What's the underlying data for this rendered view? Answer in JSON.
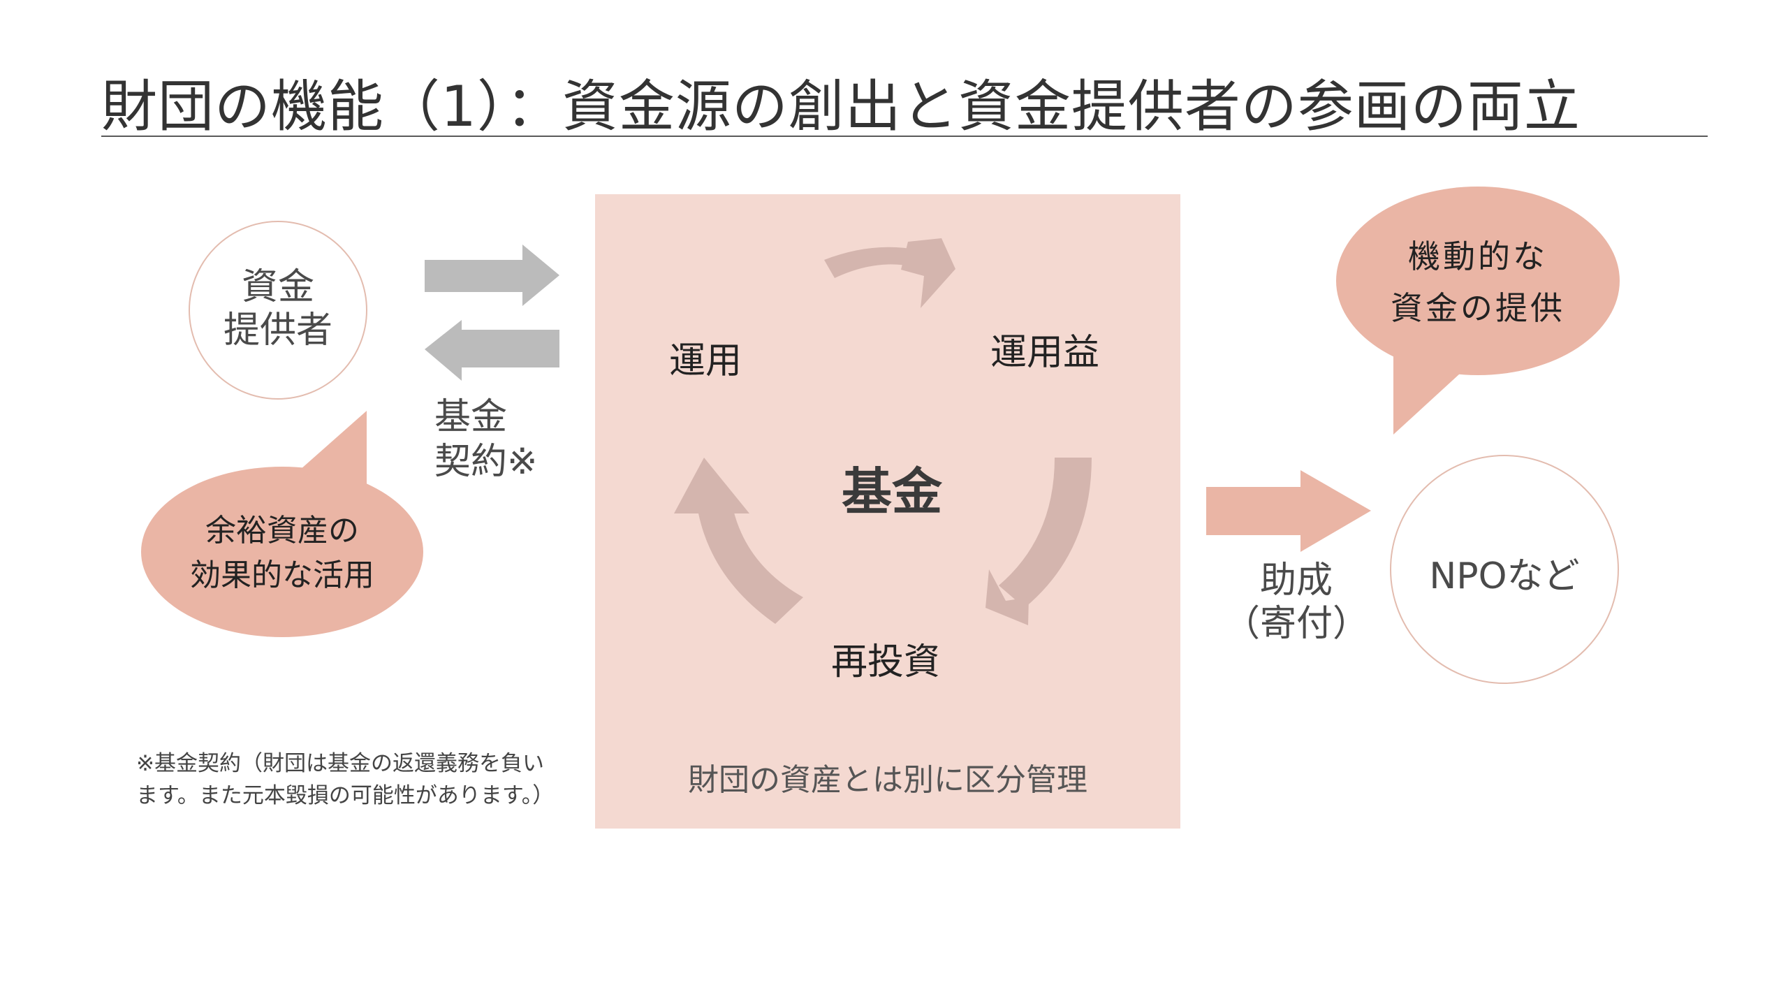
{
  "slide": {
    "title": "財団の機能（1）：資金源の創出と資金提供者の参画の両立"
  },
  "colors": {
    "title_text": "#333333",
    "rule": "#5a5a5a",
    "fund_box": "#f4d9d1",
    "cycle_arrow": "#d4b5ae",
    "bubble": "#eab5a5",
    "grant_arrow": "#eab5a5",
    "contract_arrow": "#bbbbbb",
    "circle_border": "#e3bcaf"
  },
  "left": {
    "provider_line1": "資金",
    "provider_line2": "提供者",
    "contract_line1": "基金",
    "contract_line2": "契約※",
    "bubble_line1": "余裕資産の",
    "bubble_line2": "効果的な活用",
    "icons": {
      "to_fund": "arrow-right-icon",
      "from_fund": "arrow-left-icon"
    }
  },
  "fund_box": {
    "center": "基金",
    "step_invest": "運用",
    "step_return": "運用益",
    "step_reinvest": "再投資",
    "note": "財団の資産とは別に区分管理",
    "icons": [
      "cycle-arrow-icon",
      "cycle-arrow-icon",
      "cycle-arrow-icon"
    ]
  },
  "right": {
    "grant_line1": "助成",
    "grant_line2": "（寄付）",
    "npo": "NPOなど",
    "bubble_line1": "機動的な",
    "bubble_line2": "資金の提供",
    "icons": {
      "grant": "arrow-right-icon"
    }
  },
  "footnote": {
    "line1": "※基金契約（財団は基金の返還義務を負い",
    "line2": "ます。また元本毀損の可能性があります。）"
  }
}
